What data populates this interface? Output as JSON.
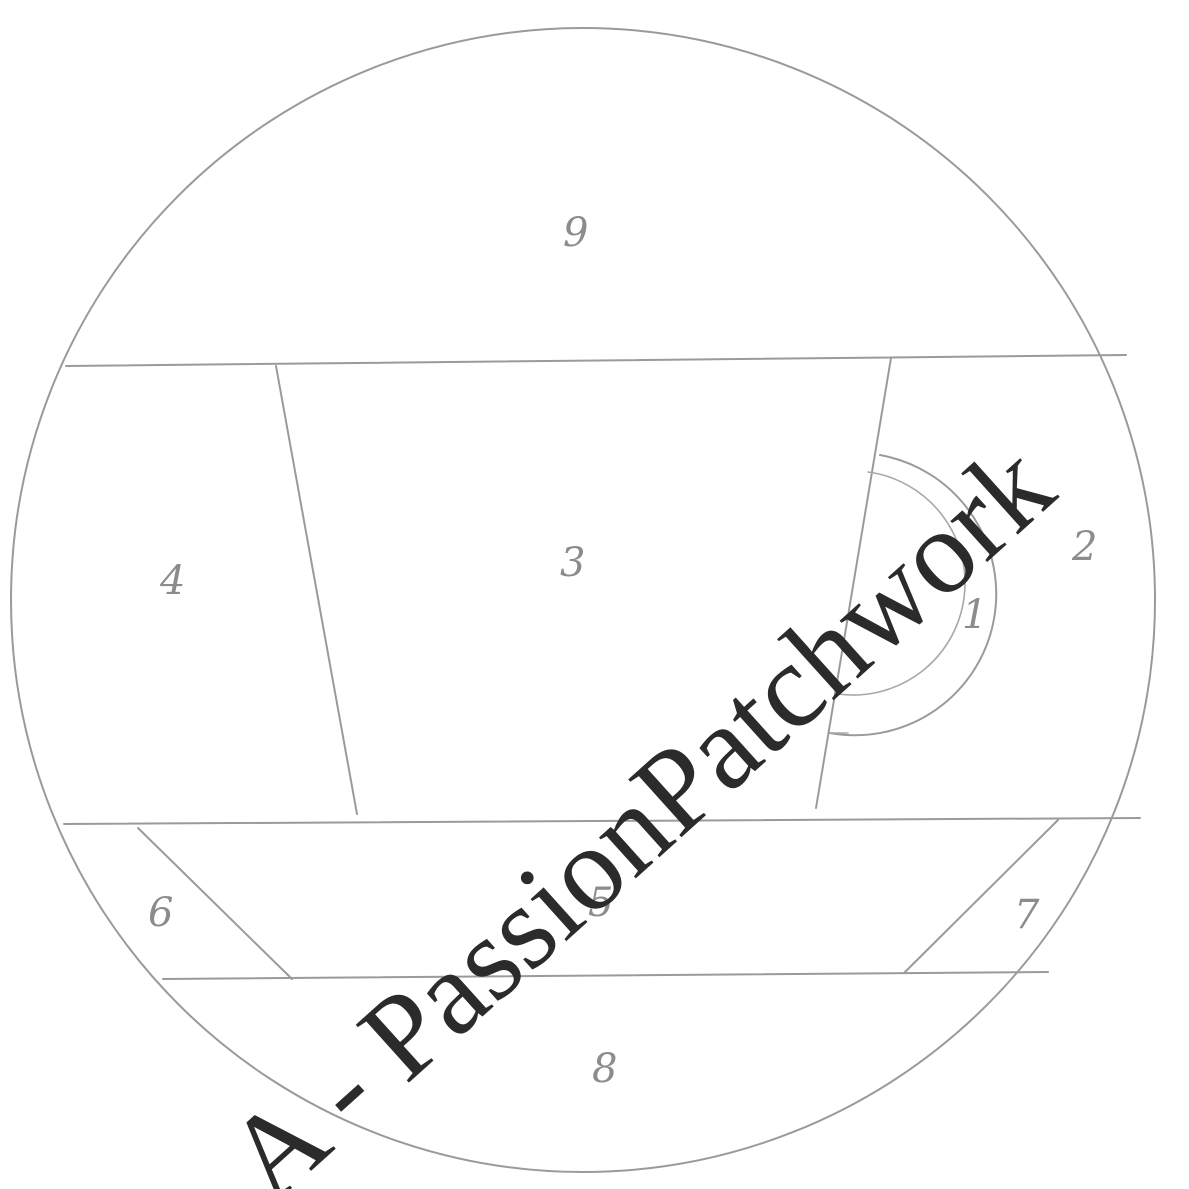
{
  "pattern": {
    "sections": [
      {
        "id": "section-9",
        "label": "9"
      },
      {
        "id": "section-4",
        "label": "4"
      },
      {
        "id": "section-3",
        "label": "3"
      },
      {
        "id": "section-1",
        "label": "1"
      },
      {
        "id": "section-2",
        "label": "2"
      },
      {
        "id": "section-6",
        "label": "6"
      },
      {
        "id": "section-5",
        "label": "5"
      },
      {
        "id": "section-7",
        "label": "7"
      },
      {
        "id": "section-8",
        "label": "8"
      }
    ]
  },
  "watermark": {
    "text": "A - PassionPatchwork"
  }
}
